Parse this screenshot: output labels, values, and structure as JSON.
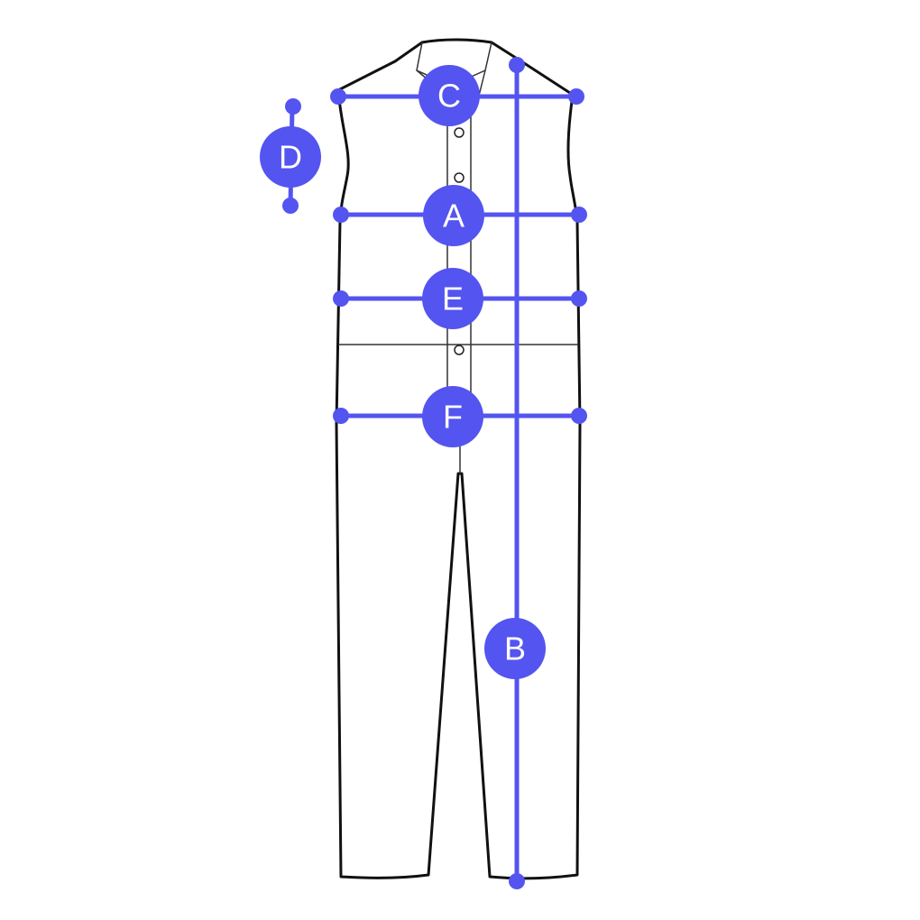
{
  "colors": {
    "accent": "#5454f0",
    "outline": "#111111",
    "label_text": "#ffffff"
  },
  "measurements": [
    {
      "id": "A",
      "label": "A",
      "orientation": "horizontal"
    },
    {
      "id": "B",
      "label": "B",
      "orientation": "vertical"
    },
    {
      "id": "C",
      "label": "C",
      "orientation": "horizontal"
    },
    {
      "id": "D",
      "label": "D",
      "orientation": "vertical"
    },
    {
      "id": "E",
      "label": "E",
      "orientation": "horizontal"
    },
    {
      "id": "F",
      "label": "F",
      "orientation": "horizontal"
    }
  ]
}
